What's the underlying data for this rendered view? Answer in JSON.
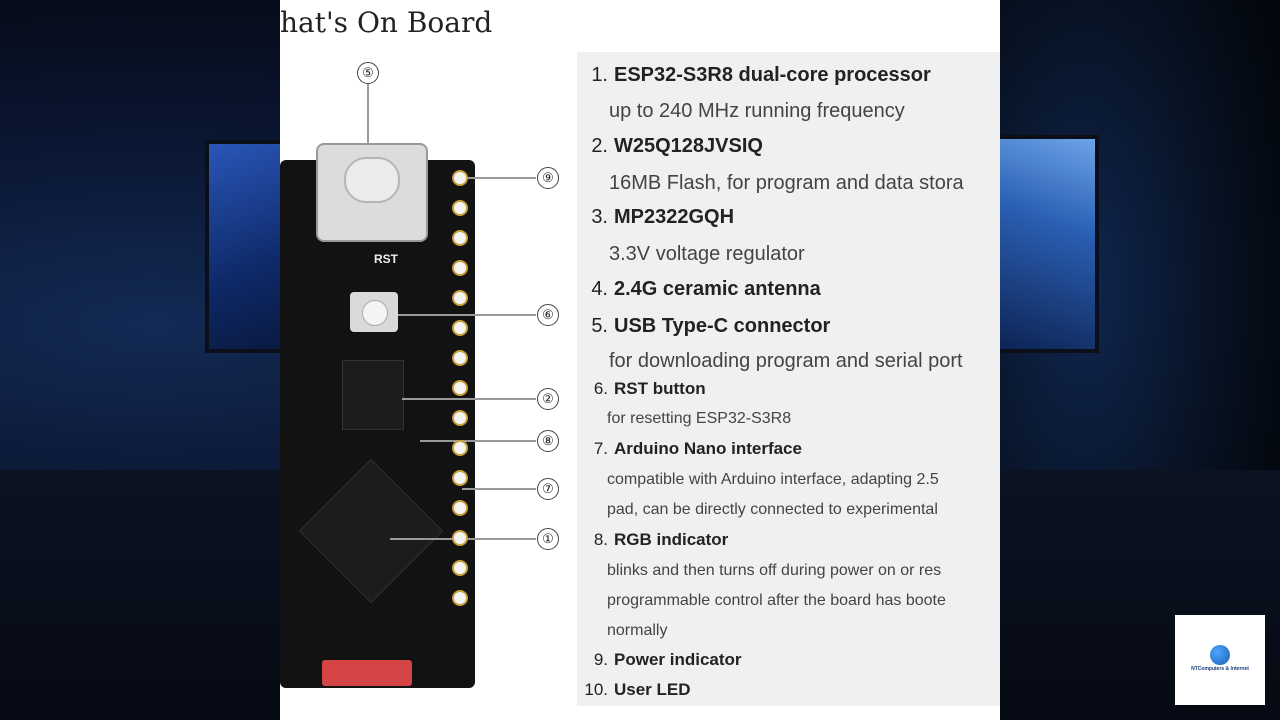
{
  "page_title": "hat's On Board",
  "items": [
    {
      "n": "1.",
      "head": "ESP32-S3R8 dual-core processor",
      "desc": [
        "up to 240 MHz running frequency"
      ]
    },
    {
      "n": "2.",
      "head": "W25Q128JVSIQ",
      "desc": [
        "16MB Flash, for program and data stora"
      ]
    },
    {
      "n": "3.",
      "head": "MP2322GQH",
      "desc": [
        "3.3V voltage regulator"
      ]
    },
    {
      "n": "4.",
      "head": "2.4G ceramic antenna",
      "desc": []
    },
    {
      "n": "5.",
      "head": "USB Type-C connector",
      "desc": [
        "for downloading program and serial port"
      ]
    },
    {
      "n": "6.",
      "head": "RST button",
      "desc": [
        "for resetting ESP32-S3R8"
      ]
    },
    {
      "n": "7.",
      "head": "Arduino Nano interface",
      "desc": [
        "compatible with Arduino interface, adapting 2.5",
        "pad, can be directly connected to experimental"
      ]
    },
    {
      "n": "8.",
      "head": "RGB indicator",
      "desc": [
        "blinks and then turns off during power on or res",
        "programmable control after the board has boote",
        "normally"
      ]
    },
    {
      "n": "9.",
      "head": "Power indicator",
      "desc": []
    },
    {
      "n": "10.",
      "head": "User LED",
      "desc": []
    }
  ],
  "callouts": [
    "⑤",
    "⑨",
    "⑥",
    "②",
    "⑧",
    "⑦",
    "①"
  ],
  "board_labels": {
    "rst": "RST"
  },
  "logo": {
    "text": "NTComputers & Internet",
    "icon": "globe-icon"
  },
  "colors": {
    "panel": "#ffffff",
    "list_bg": "#f0f0f0",
    "board": "#121212",
    "led": "#d64545"
  }
}
